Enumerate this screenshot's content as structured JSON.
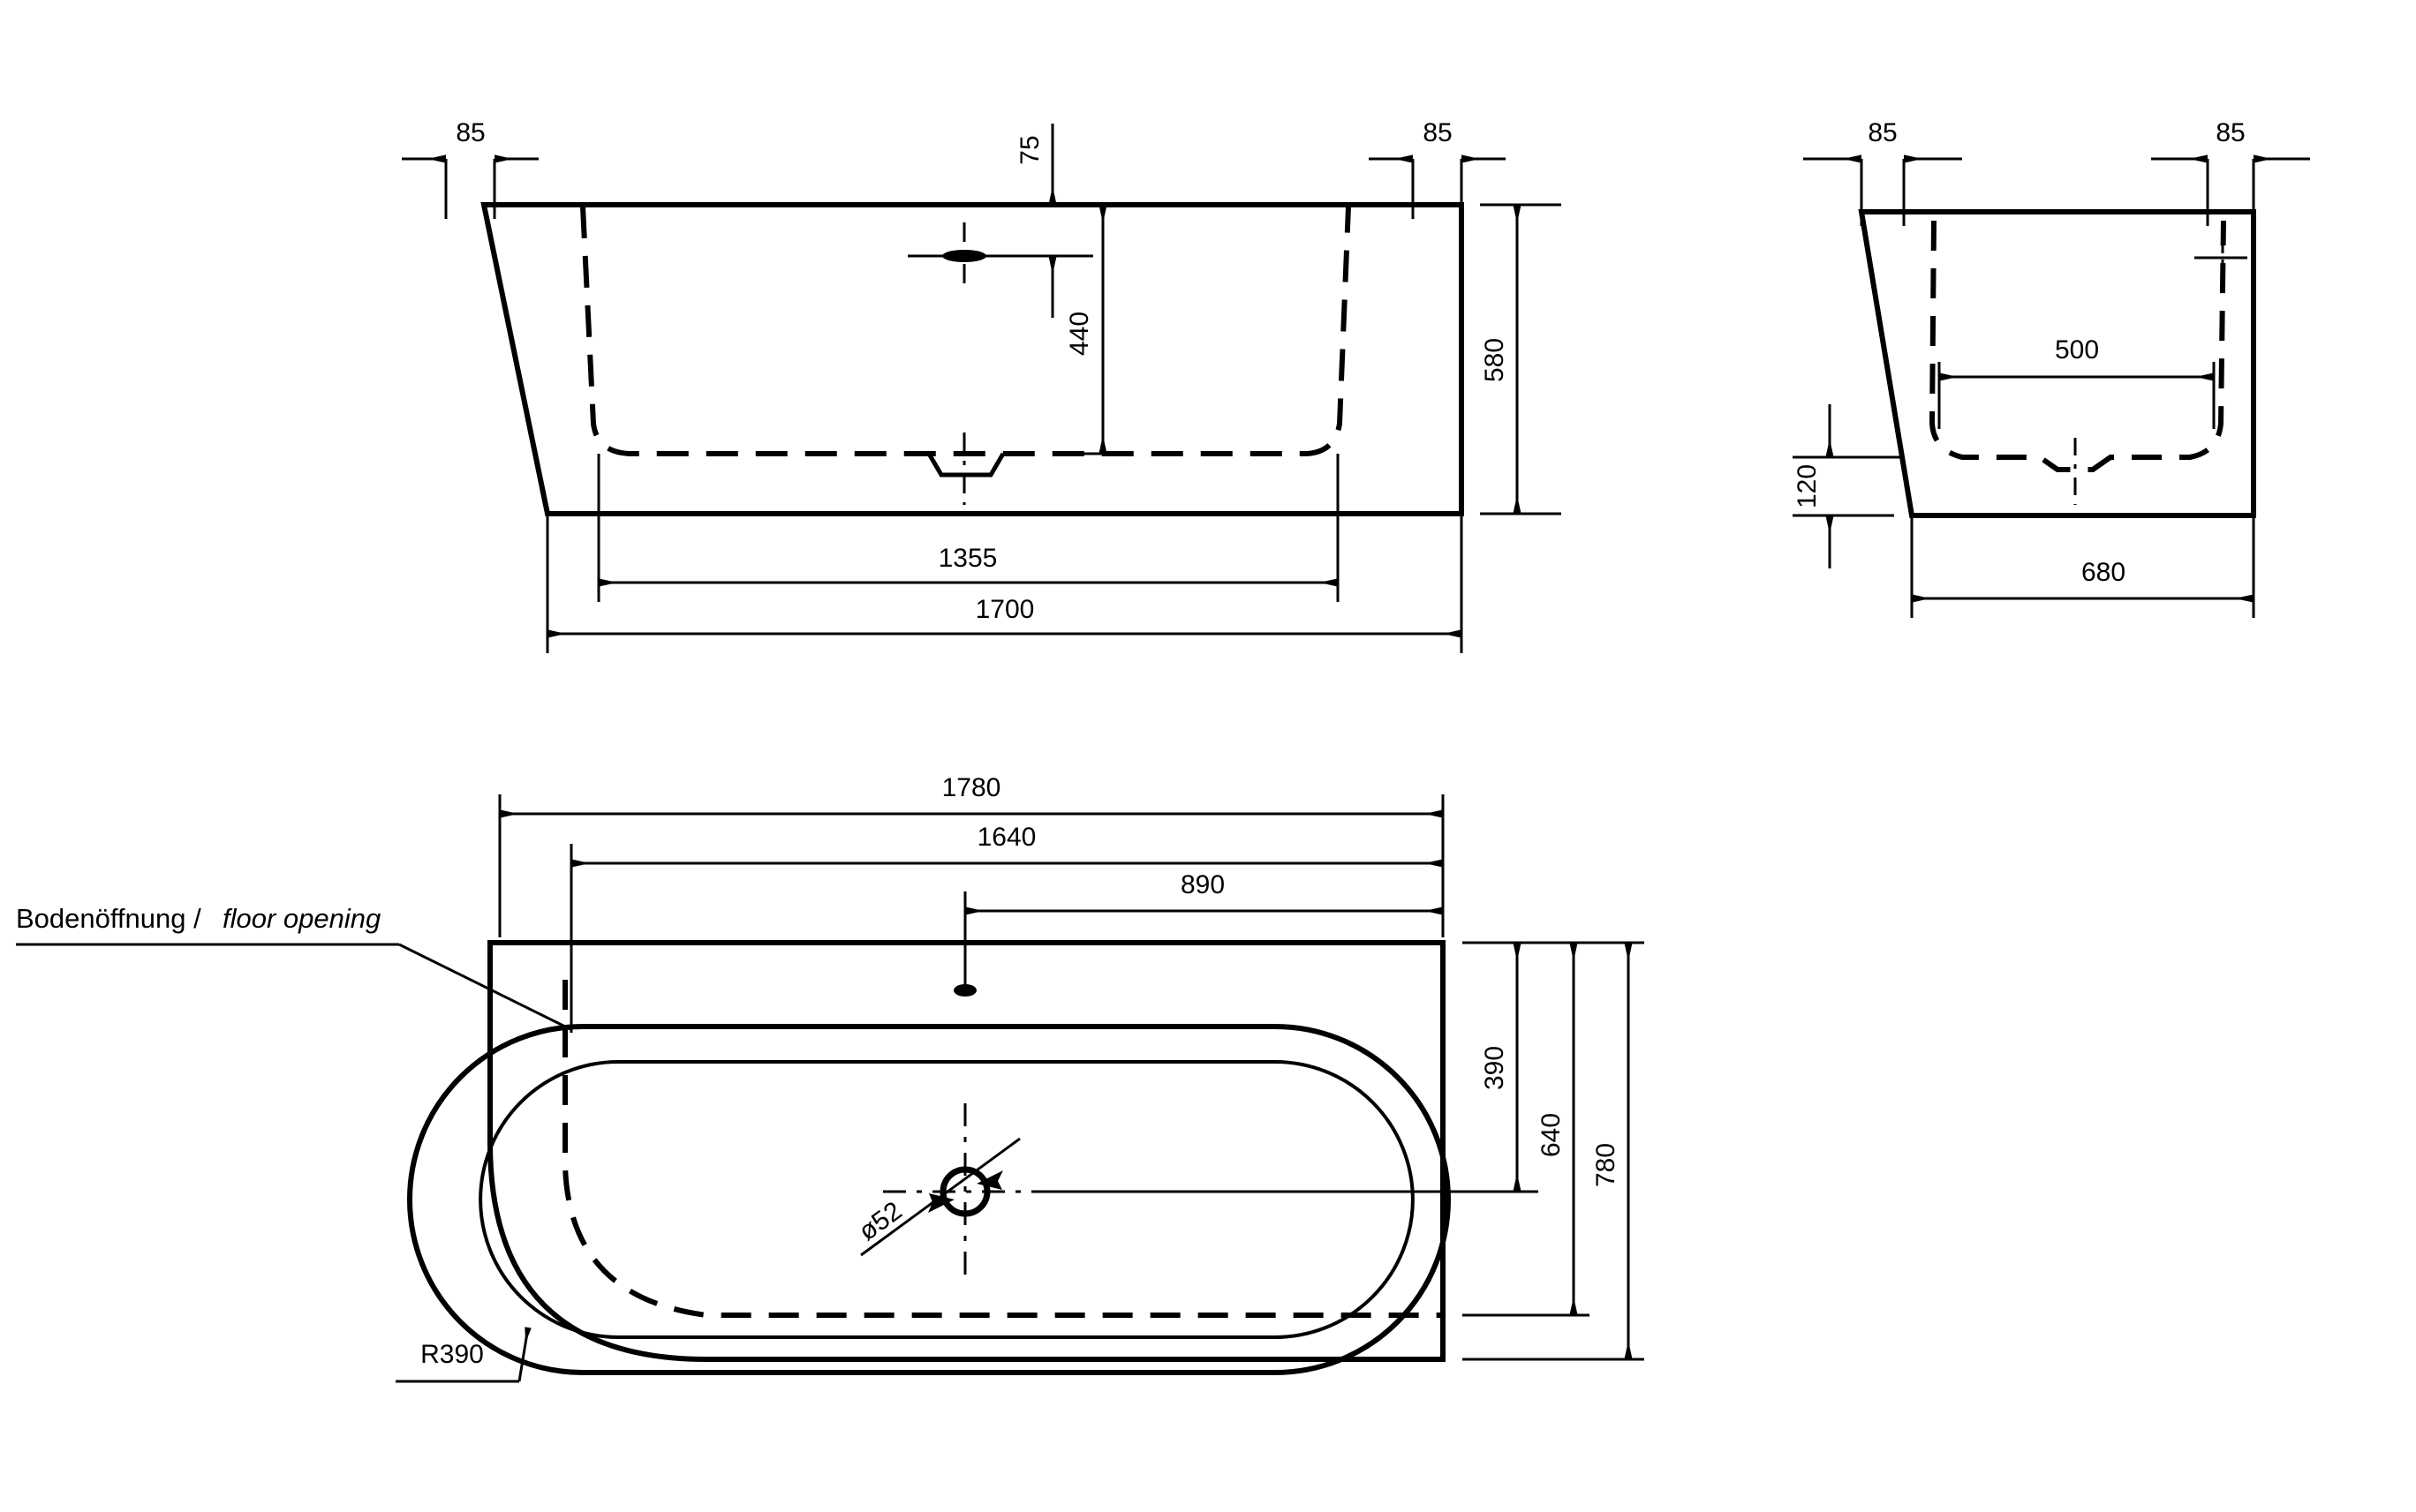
{
  "drawing": {
    "type": "technical-dimensional-drawing",
    "subject": "corner bathtub",
    "units": "mm",
    "line_color": "#000000",
    "background_color": "#ffffff"
  },
  "front_view": {
    "name": "front-elevation",
    "dimensions": {
      "rim_left_offset": "85",
      "rim_right_offset": "85",
      "overflow_below_rim": "75",
      "inner_depth": "440",
      "total_height": "580",
      "inner_length": "1355",
      "total_length": "1700"
    }
  },
  "side_view": {
    "name": "side-elevation",
    "dimensions": {
      "rim_left_offset": "85",
      "rim_right_offset": "85",
      "inner_floor_width": "500",
      "floor_height": "120",
      "total_width": "680"
    }
  },
  "plan_view": {
    "name": "top-plan",
    "dimensions": {
      "total_length": "1780",
      "inner_length": "1640",
      "drain_from_right": "890",
      "drain_from_top": "390",
      "inner_width": "640",
      "total_width": "780",
      "drain_diameter": "ø52",
      "corner_radius": "R390"
    },
    "annotations": {
      "floor_opening": {
        "german": "Bodenöffnung /",
        "english": "floor opening"
      },
      "radius_callout": "R390"
    }
  },
  "all_dimension_values": [
    "85",
    "75",
    "85",
    "440",
    "580",
    "1355",
    "1700",
    "85",
    "85",
    "500",
    "120",
    "680",
    "1780",
    "1640",
    "890",
    "390",
    "640",
    "780",
    "ø52",
    "R390"
  ]
}
